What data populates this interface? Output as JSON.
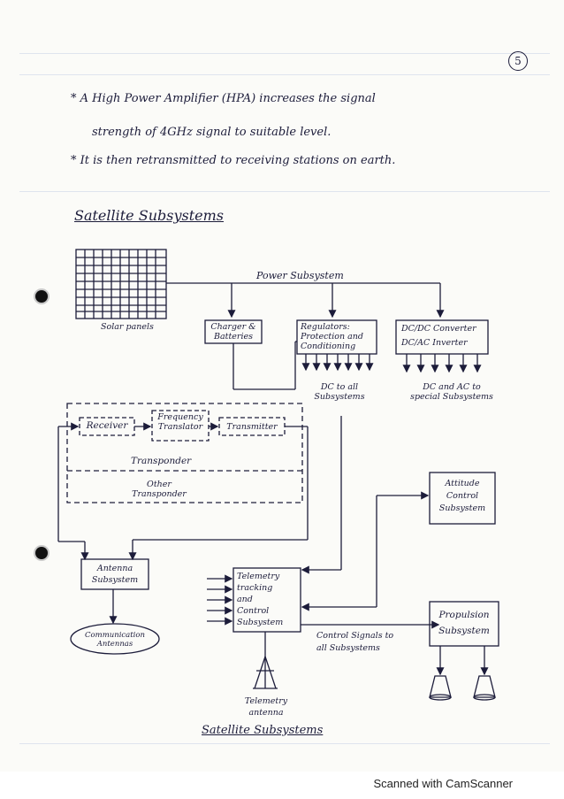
{
  "page_number": "5",
  "notes": [
    "* A High Power Amplifier (HPA) increases the signal",
    "strength of 4GHz signal to suitable level.",
    "* It is then retransmitted to receiving stations on earth."
  ],
  "heading": "Satellite Subsystems",
  "diagram": {
    "solar_panels": "Solar panels",
    "power_subsystem": "Power Subsystem",
    "charger": [
      "Charger &",
      "Batteries"
    ],
    "regulators": [
      "Regulators:",
      "Protection and",
      "Conditioning"
    ],
    "converters": [
      "DC/DC Converter",
      "DC/AC Inverter"
    ],
    "dc_all": [
      "DC to all",
      "Subsystems"
    ],
    "dc_ac_special": [
      "DC and AC to",
      "special Subsystems"
    ],
    "receiver": "Receiver",
    "frequency_translator": [
      "Frequency",
      "Translator"
    ],
    "transmitter": "Transmitter",
    "transponder": "Transponder",
    "other_transponder": [
      "Other",
      "Transponder"
    ],
    "attitude_control": [
      "Attitude",
      "Control",
      "Subsystem"
    ],
    "antenna_subsystem": [
      "Antenna",
      "Subsystem"
    ],
    "ttc": [
      "Telemetry",
      "tracking",
      "and",
      "Control",
      "Subsystem"
    ],
    "propulsion": [
      "Propulsion",
      "Subsystem"
    ],
    "communication_antennas": [
      "Communication",
      "Antennas"
    ],
    "control_signals": [
      "Control Signals to",
      "all Subsystems"
    ],
    "telemetry_antenna": [
      "Telemetry",
      "antenna"
    ],
    "caption": "Satellite Subsystems"
  },
  "footer": "Scanned with CamScanner"
}
